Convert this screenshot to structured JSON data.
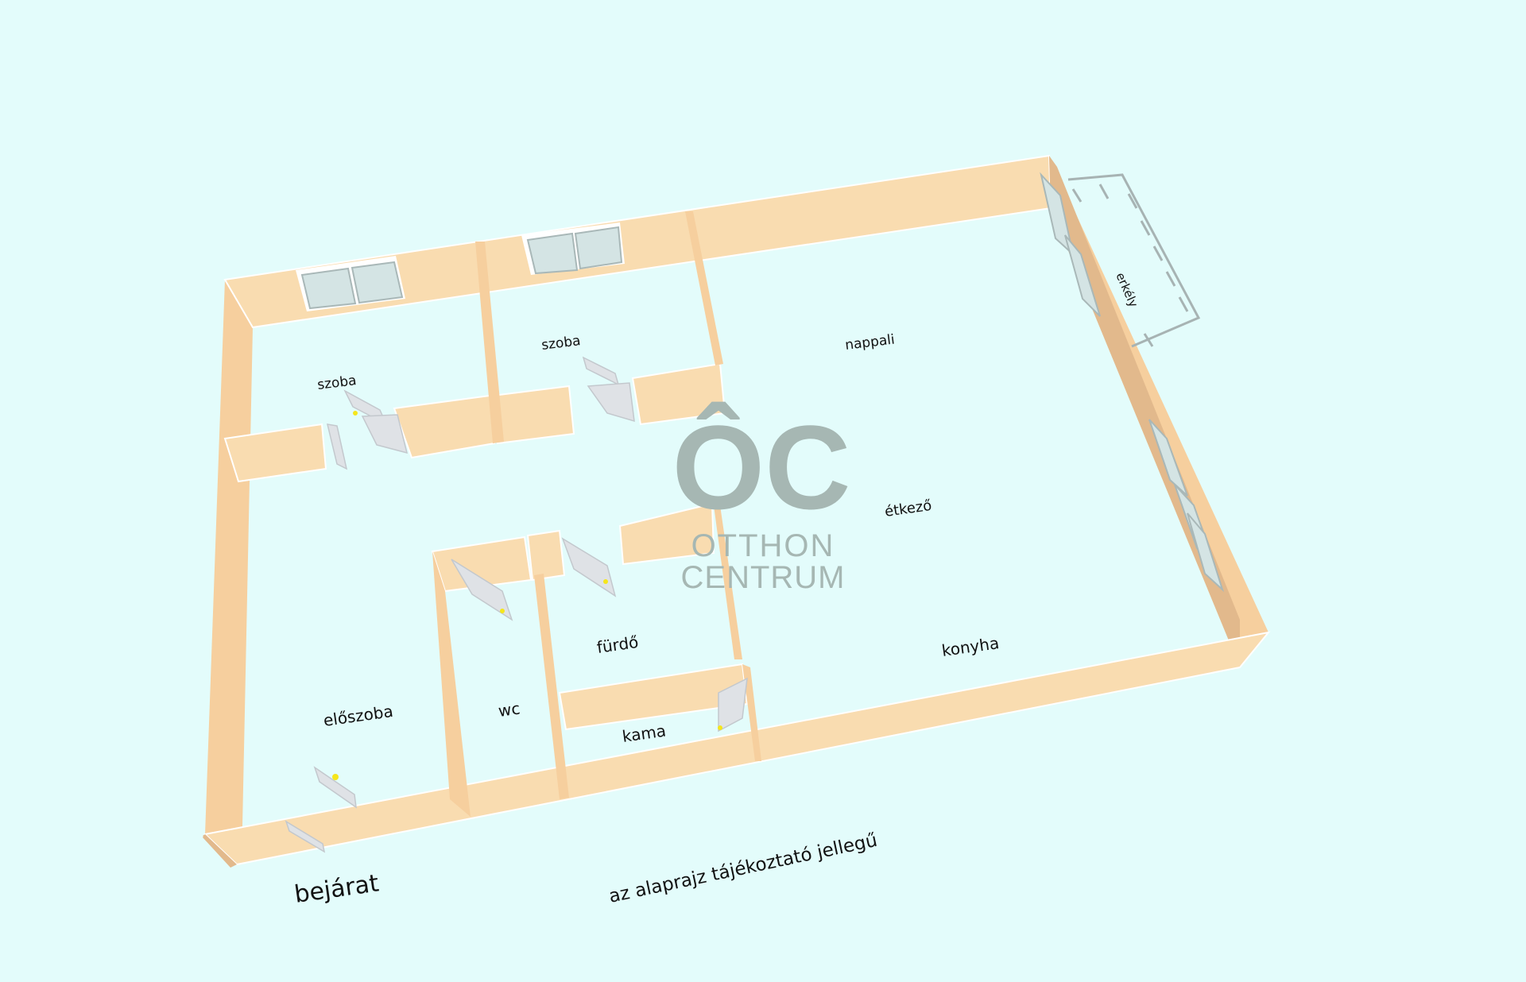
{
  "rooms": {
    "szoba_1": "szoba",
    "szoba_2": "szoba",
    "nappali": "nappali",
    "erkely": "erkély",
    "etkezo": "étkező",
    "furdo": "fürdő",
    "konyha": "konyha",
    "eloszoba": "előszoba",
    "wc": "wc",
    "kamra": "kama"
  },
  "entrance_label": "bejárat",
  "disclaimer": "az alaprajz tájékoztató jellegű",
  "logo": {
    "monogram": "ÔC",
    "line1": "OTTHON",
    "line2": "CENTRUM"
  },
  "colors": {
    "background": "#e3fcfb",
    "wall": "#f9dcb0",
    "wall_shadow": "#e2b98c",
    "logo": "#a6b7b3"
  }
}
